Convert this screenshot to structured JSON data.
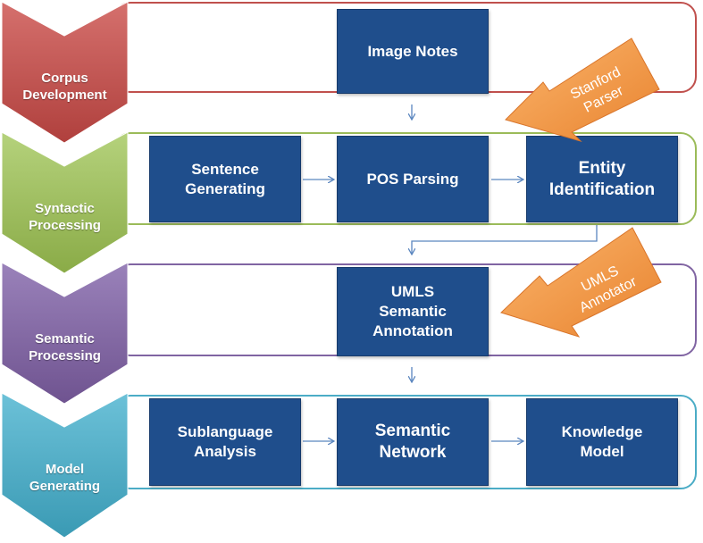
{
  "lanes": {
    "corpus": {
      "label": "Corpus\nDevelopment",
      "color": "#c0504d"
    },
    "syntactic": {
      "label": "Syntactic\nProcessing",
      "color": "#9bbb59"
    },
    "semantic": {
      "label": "Semantic\nProcessing",
      "color": "#8064a2"
    },
    "model": {
      "label": "Model\nGenerating",
      "color": "#4bacc6"
    }
  },
  "boxes": {
    "image_notes": "Image Notes",
    "sentence_generating": "Sentence\nGenerating",
    "pos_parsing": "POS Parsing",
    "entity_identification": "Entity\nIdentification",
    "umls_semantic_annotation": "UMLS\nSemantic\nAnnotation",
    "sublanguage_analysis": "Sublanguage\nAnalysis",
    "semantic_network": "Semantic\nNetwork",
    "knowledge_model": "Knowledge\nModel"
  },
  "tools": {
    "stanford_parser": "Stanford\nParser",
    "umls_annotator": "UMLS\nAnnotator"
  },
  "colors": {
    "box_fill": "#1f4e8c",
    "tool_arrow_fill": "#f79646",
    "connector": "#5b86bf"
  }
}
